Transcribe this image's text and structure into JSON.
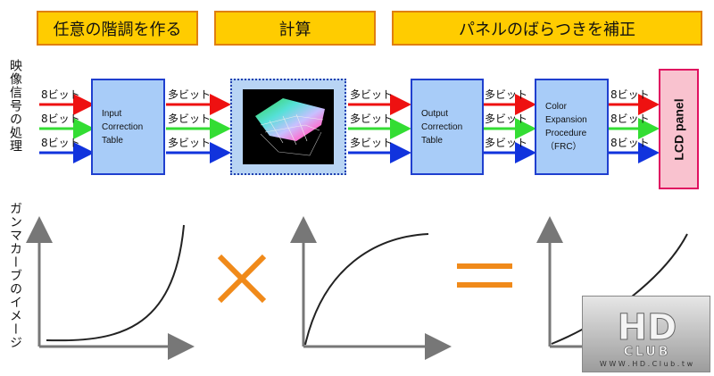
{
  "headers": {
    "gamma": "任意の階調を作る",
    "calc": "計算",
    "correct": "パネルのばらつきを補正"
  },
  "side_labels": {
    "signal": "映像信号の処理",
    "gamma_image": "ガンマカーブのイメージ"
  },
  "boxes": {
    "input_table": "Input\nCorrection\nTable",
    "output_table": "Output\nCorrection\nTable",
    "color_expansion": "Color\nExpansion\nProcedure\n（FRC）",
    "lcd_panel": "LCD panel"
  },
  "bits": {
    "eight": "8ビット",
    "multi": "多ビット"
  },
  "arrow_colors": {
    "red": "#ee1111",
    "green": "#33dd33",
    "blue": "#1133dd"
  },
  "operators": {
    "times": "×",
    "equals": "=",
    "color": "#f08a1a"
  },
  "curves": [
    {
      "name": "input-gamma",
      "shape": "convex-up-late"
    },
    {
      "name": "panel-response",
      "shape": "concave-early"
    },
    {
      "name": "result-gamma",
      "shape": "near-linear"
    }
  ],
  "watermark": {
    "logo_text": "HD CLUB",
    "url": "W W W . H D . C l u b . t w"
  }
}
